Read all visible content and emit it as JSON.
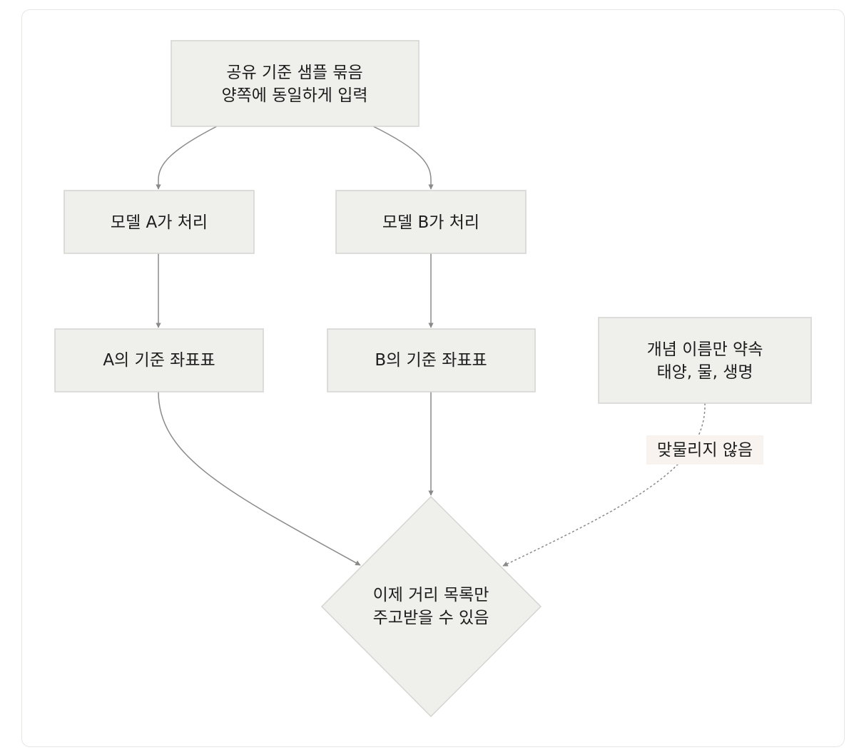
{
  "nodes": {
    "shared": {
      "line1": "공유 기준 샘플 묶음",
      "line2": "양쪽에 동일하게 입력"
    },
    "model_a": {
      "label": "모델 A가 처리"
    },
    "model_b": {
      "label": "모델 B가 처리"
    },
    "coords_a": {
      "label": "A의 기준 좌표표"
    },
    "coords_b": {
      "label": "B의 기준 좌표표"
    },
    "concept": {
      "line1": "개념 이름만 약속",
      "line2": "태양, 물, 생명"
    },
    "result": {
      "line1": "이제 거리 목록만",
      "line2": "주고받을 수 있음"
    }
  },
  "edges": {
    "concept_to_result_label": "맞물리지 않음"
  }
}
